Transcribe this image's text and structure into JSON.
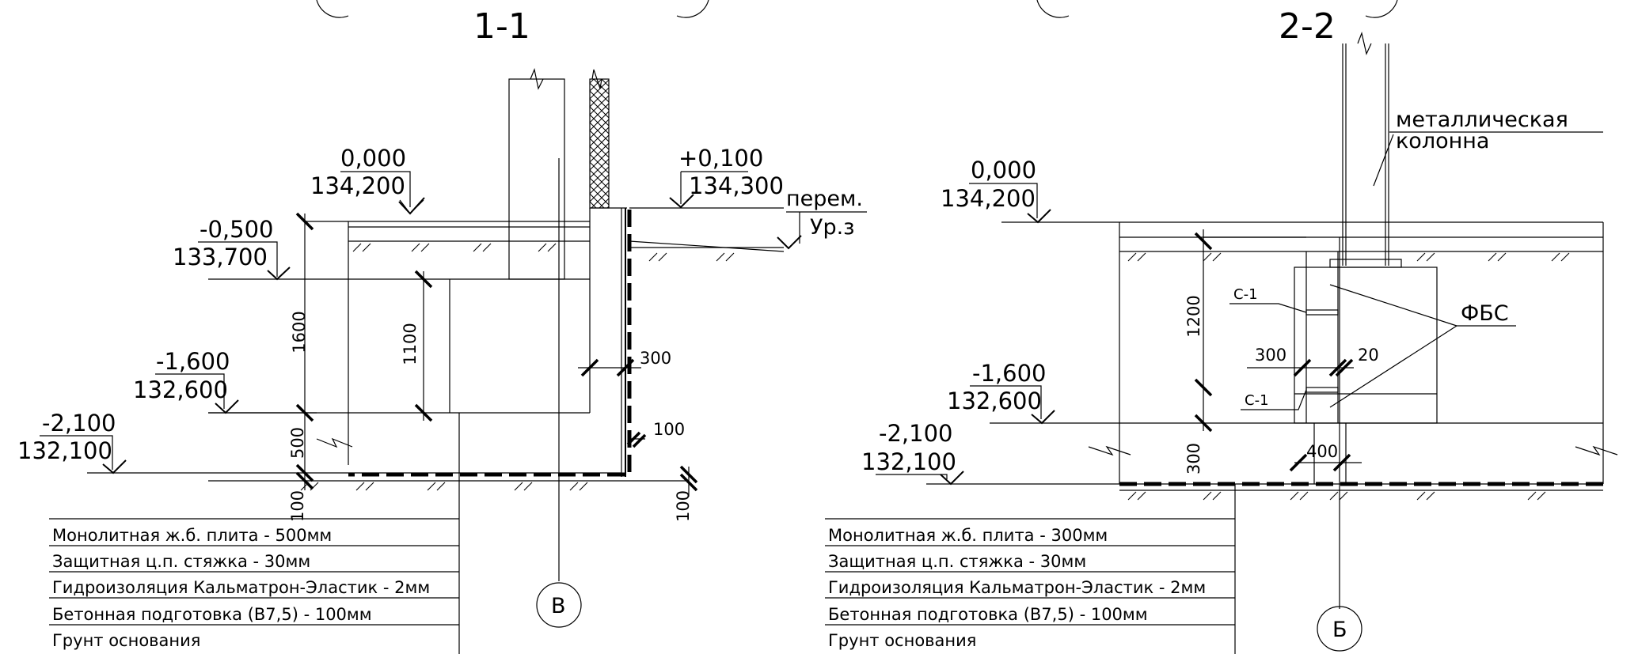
{
  "section_1": {
    "title": "1-1",
    "marks": [
      {
        "top": "0,000",
        "bottom": "134,200"
      },
      {
        "top": "+0,100",
        "bottom": "134,300"
      },
      {
        "top": "-0,500",
        "bottom": "133,700"
      },
      {
        "top": "-1,600",
        "bottom": "132,600"
      },
      {
        "top": "-2,100",
        "bottom": "132,100"
      }
    ],
    "ground_note": {
      "line1": "перем.",
      "line2": "Ур.з"
    },
    "dims": [
      "1600",
      "1100",
      "500",
      "100",
      "300",
      "100",
      "100"
    ],
    "axis": "В",
    "layers": [
      "Монолитная ж.б. плита - 500мм",
      "Защитная ц.п. стяжка - 30мм",
      "Гидроизоляция Кальматрон-Эластик - 2мм",
      "Бетонная подготовка (В7,5) - 100мм",
      "Грунт основания"
    ]
  },
  "section_2": {
    "title": "2-2",
    "marks": [
      {
        "top": "0,000",
        "bottom": "134,200"
      },
      {
        "top": "-1,600",
        "bottom": "132,600"
      },
      {
        "top": "-2,100",
        "bottom": "132,100"
      }
    ],
    "column_label": {
      "line1": "металлическая",
      "line2": "колонна"
    },
    "fbs_label": "ФБС",
    "c1_labels": [
      "С-1",
      "С-1"
    ],
    "dims": [
      "1200",
      "300",
      "20",
      "300",
      "400"
    ],
    "axis": "Б",
    "layers": [
      "Монолитная ж.б. плита - 300мм",
      "Защитная ц.п. стяжка - 30мм",
      "Гидроизоляция Кальматрон-Эластик - 2мм",
      "Бетонная подготовка (В7,5) - 100мм",
      "Грунт основания"
    ]
  }
}
